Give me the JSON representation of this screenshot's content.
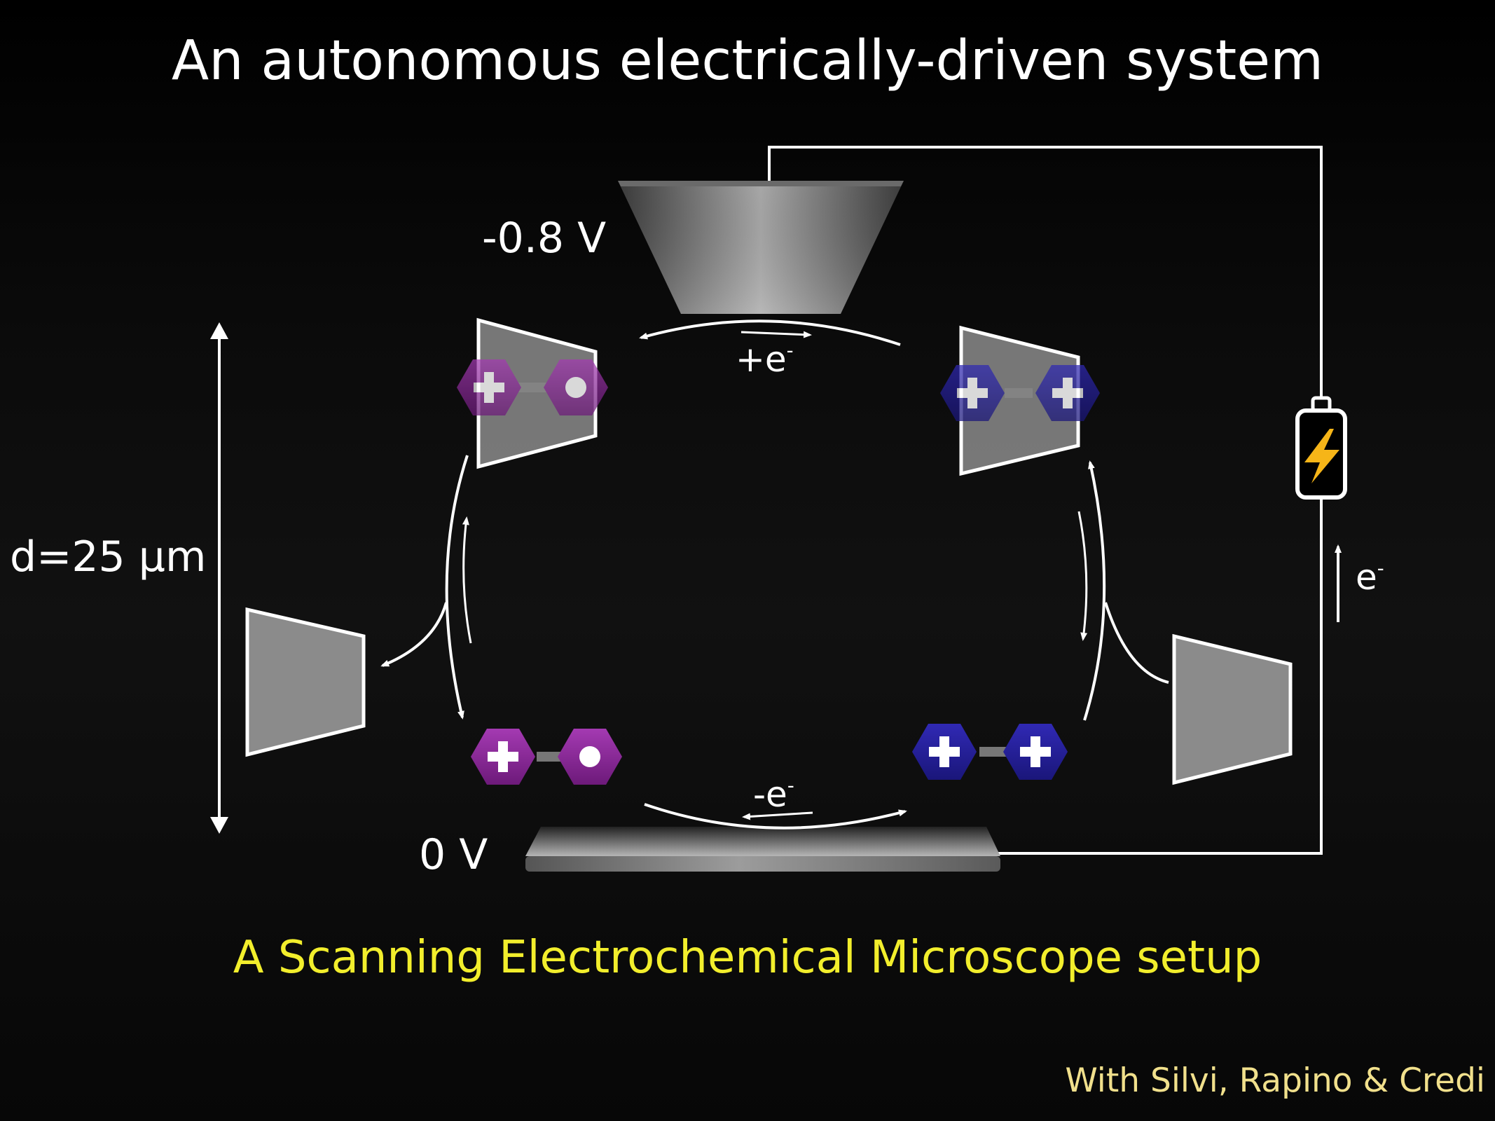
{
  "title": "An autonomous electrically-driven system",
  "subtitle": "A Scanning Electrochemical Microscope setup",
  "credit": "With Silvi, Rapino & Credi",
  "labels": {
    "tip_voltage": "-0.8 V",
    "substrate_voltage": "0 V",
    "distance": "d=25 µm",
    "reduction": "+e",
    "oxidation": "-e",
    "electron_flow": "e",
    "electron_superscript": "-"
  },
  "icons": {
    "battery": "battery-icon",
    "lightning": "lightning-bolt-icon",
    "plus": "plus-icon",
    "dot": "dot-icon"
  },
  "colors": {
    "background": "#0a0a0a",
    "title": "#ffffff",
    "subtitle": "#f2ee2c",
    "credit": "#f1e08c",
    "purple": "#8e2a9c",
    "blue": "#25209a",
    "wire": "#ffffff",
    "battery_bolt": "#f6b518"
  }
}
